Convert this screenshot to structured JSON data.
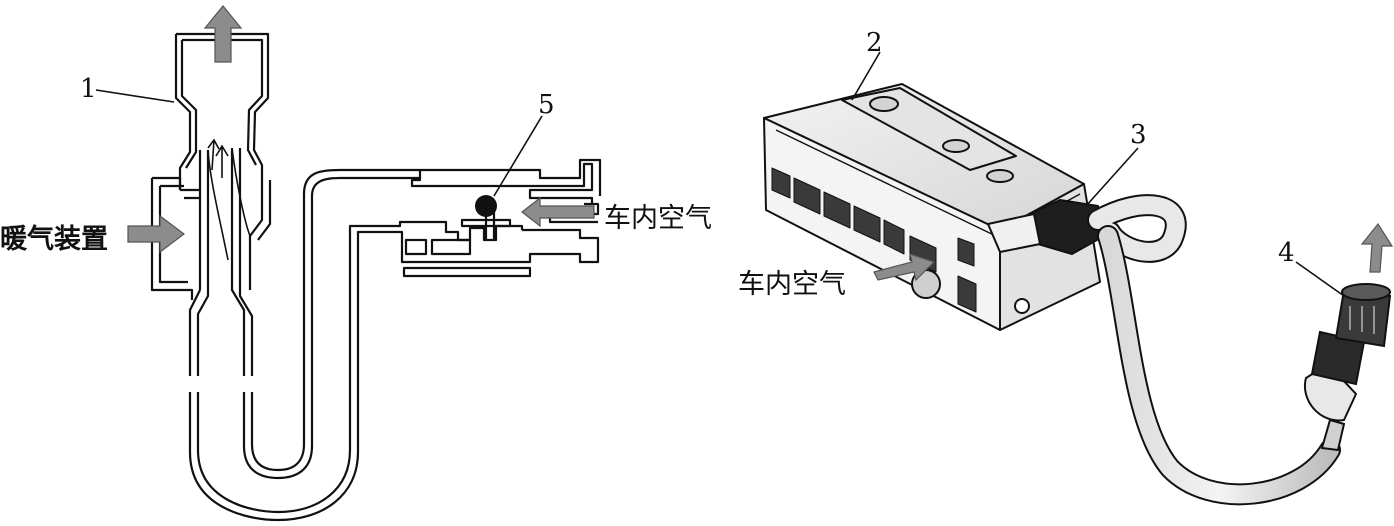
{
  "labels": {
    "callout_1": "1",
    "callout_2": "2",
    "callout_3": "3",
    "callout_4": "4",
    "callout_5": "5",
    "heater_text": "暖气装置",
    "cabin_air_left": "车内空气",
    "cabin_air_right": "车内空气"
  },
  "colors": {
    "line": "#111111",
    "arrow_fill": "#8c8c8c",
    "body_light": "#f0f0f0",
    "body_dark": "#2a2a2a"
  },
  "icons": {
    "flow_arrow": "block-arrow-icon",
    "sensor": "sensor-ball-icon",
    "aspirator": "aspirator-tube-icon",
    "hose": "hose-icon"
  }
}
